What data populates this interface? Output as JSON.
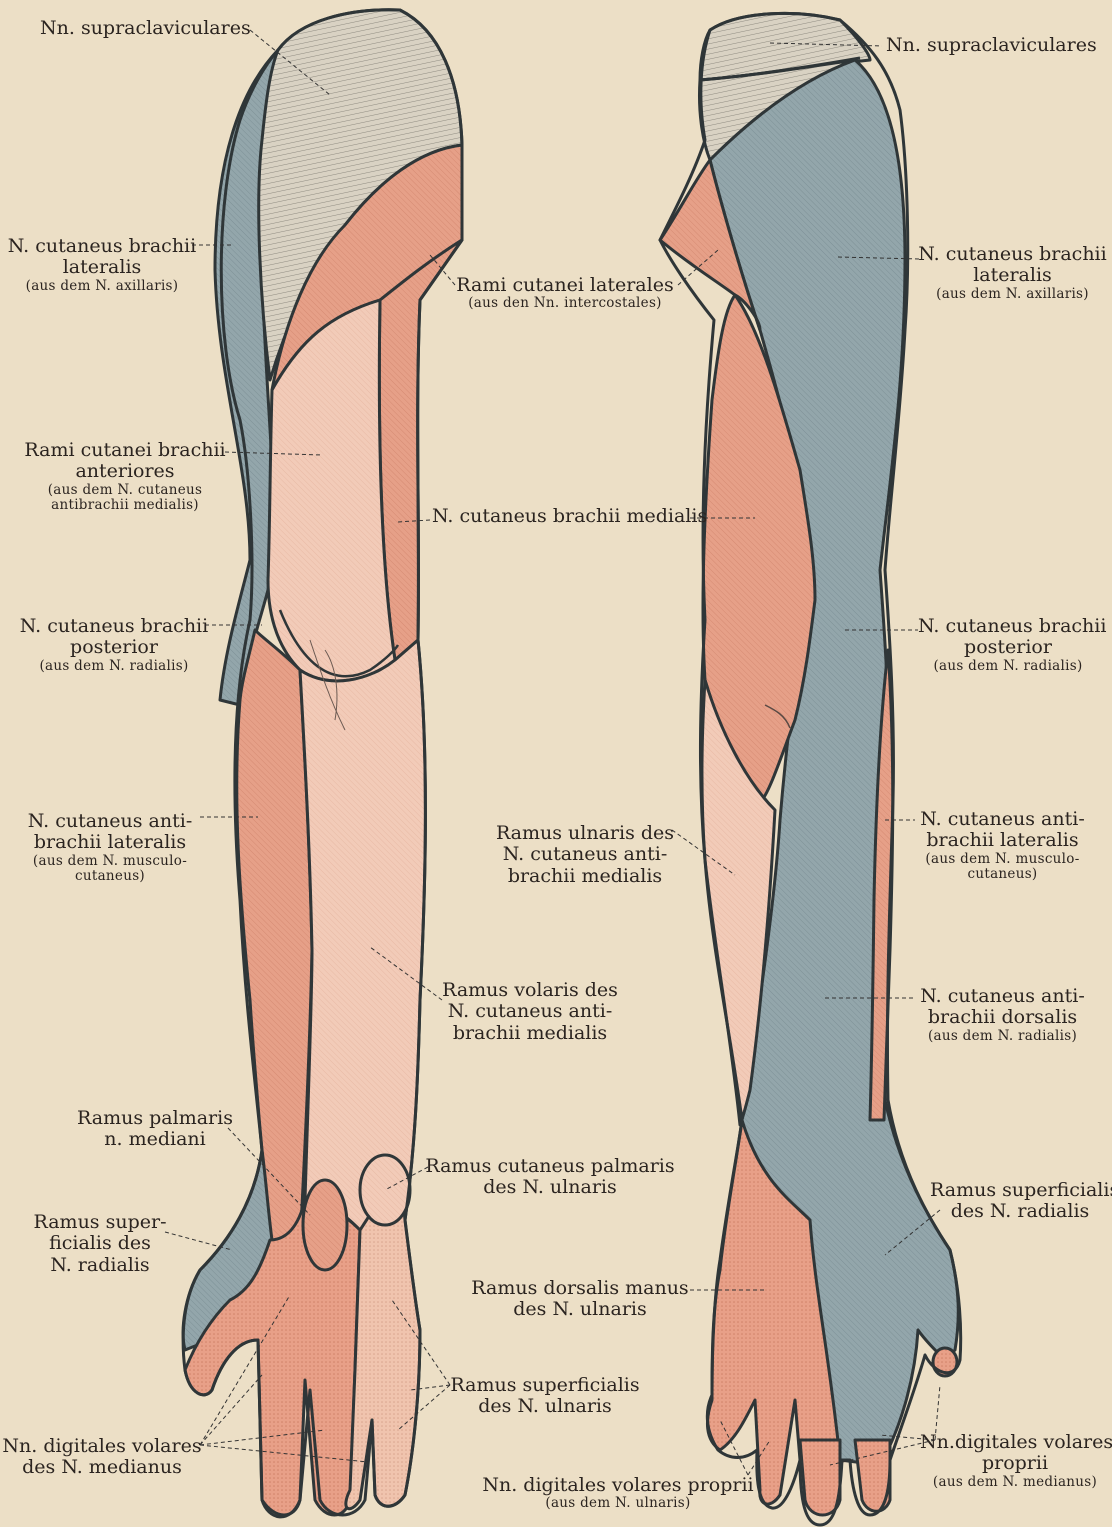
{
  "colors": {
    "background": "#ecdfc6",
    "blue_gray": "#8fa3a8",
    "salmon": "#e49a80",
    "pale_pink": "#f0c7b4",
    "gray_hatch": "#cfc9bb",
    "outline": "#2f3638"
  },
  "labels": {
    "l_supraclav": [
      "Nn. supraclaviculares"
    ],
    "l_cut_brachii_lat": [
      "N. cutaneus brachii",
      "lateralis",
      "(aus dem N. axillaris)"
    ],
    "l_rami_lat": [
      "Rami cutanei laterales",
      "(aus den Nn. intercostales)"
    ],
    "l_rami_ant": [
      "Rami cutanei brachii",
      "anteriores",
      "(aus dem N. cutaneus",
      "antibrachii medialis)"
    ],
    "l_cut_brachii_med": [
      "N. cutaneus brachii medialis"
    ],
    "l_cut_brachii_post": [
      "N. cutaneus brachii",
      "posterior",
      "(aus dem N. radialis)"
    ],
    "l_cut_anti_lat": [
      "N. cutaneus anti-",
      "brachii lateralis",
      "(aus dem N. musculo-",
      "cutaneus)"
    ],
    "l_ramus_volaris": [
      "Ramus volaris des",
      "N. cutaneus anti-",
      "brachii medialis"
    ],
    "l_ramus_palmaris": [
      "Ramus palmaris",
      "n. mediani"
    ],
    "l_ramus_cut_palm": [
      "Ramus cutaneus palmaris",
      "des N. ulnaris"
    ],
    "l_ramus_superf_rad": [
      "Ramus super-",
      "ficialis des",
      "N. radialis"
    ],
    "l_ramus_superf_uln": [
      "Ramus superficialis",
      "des N. ulnaris"
    ],
    "l_dig_vol_med": [
      "Nn. digitales volares",
      "des N. medianus"
    ],
    "r_supraclav": [
      "Nn. supraclaviculares"
    ],
    "r_cut_brachii_lat": [
      "N. cutaneus brachii",
      "lateralis",
      "(aus dem N. axillaris)"
    ],
    "r_rami_lat": [
      "Rami cutanei laterales",
      "(aus den Nn. intercostales)"
    ],
    "r_cut_brachii_med": [
      "N. cutaneus brachii medialis"
    ],
    "r_cut_brachii_post": [
      "N. cutaneus brachii",
      "posterior",
      "(aus dem N. radialis)"
    ],
    "r_ramus_ulnaris": [
      "Ramus ulnaris des",
      "N. cutaneus anti-",
      "brachii medialis"
    ],
    "r_cut_anti_lat": [
      "N. cutaneus anti-",
      "brachii lateralis",
      "(aus dem N. musculo-",
      "cutaneus)"
    ],
    "r_cut_anti_dors": [
      "N. cutaneus anti-",
      "brachii dorsalis",
      "(aus dem N. radialis)"
    ],
    "r_ramus_superf_rad": [
      "Ramus superficialis",
      "des N. radialis"
    ],
    "r_ramus_dors_manus": [
      "Ramus dorsalis manus",
      "des N. ulnaris"
    ],
    "r_dig_vol_propr_uln": [
      "Nn. digitales volares proprii",
      "(aus dem N. ulnaris)"
    ],
    "r_dig_vol_propr_med": [
      "Nn.digitales volares",
      "proprii",
      "(aus dem N. medianus)"
    ]
  }
}
